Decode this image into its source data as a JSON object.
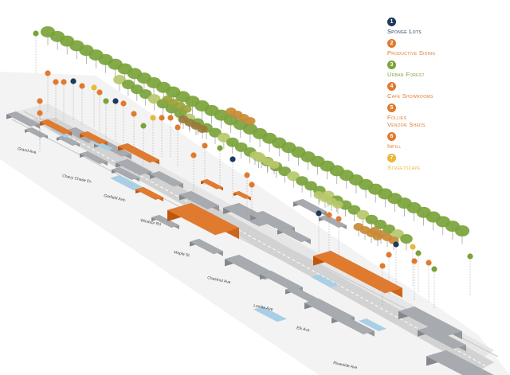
{
  "legend": [
    {
      "num": "1",
      "label": "Sponge Lots",
      "color": "#1d3a5a"
    },
    {
      "num": "2",
      "label": "Productive Siding",
      "color": "#e07a2f"
    },
    {
      "num": "3",
      "label": "Urban Forest",
      "color": "#7aa33a"
    },
    {
      "num": "4",
      "label": "Cafe Showrooms",
      "color": "#e07a2f"
    },
    {
      "num": "5",
      "label": "Follies\nVendor Sheds",
      "color": "#e07a2f"
    },
    {
      "num": "6",
      "label": "Infill",
      "color": "#e07a2f"
    },
    {
      "num": "7",
      "label": "Streetscape",
      "color": "#e8b83a"
    }
  ],
  "streets": [
    "Grand Ave.",
    "Chevy Chase Dr.",
    "Garfield Ave.",
    "Windsor Rd",
    "Maple St.",
    "Chestnut Ave",
    "Lomita Ave",
    "Elk Ave",
    "Riverside Ave"
  ],
  "colors": {
    "orange": "#e07a2f",
    "green": "#7aa33a",
    "navy": "#1d3a5a",
    "yellow": "#e8b83a",
    "building": "#a7aaae"
  }
}
